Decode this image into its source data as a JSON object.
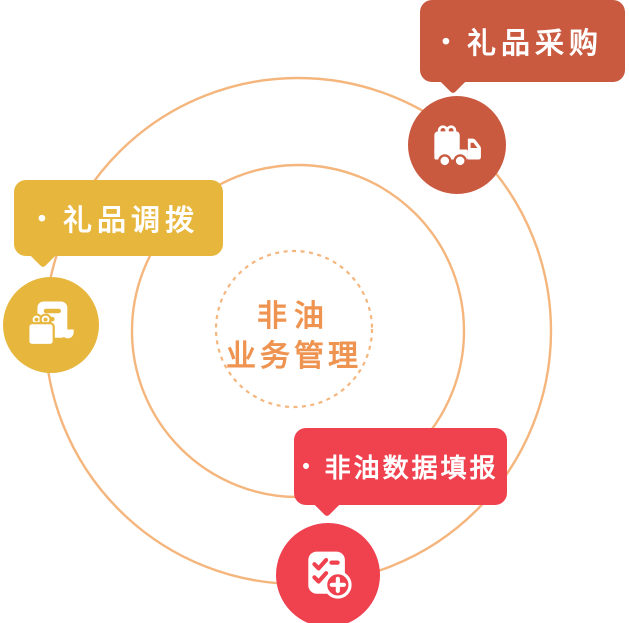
{
  "center": {
    "line1": "非油",
    "line2": "业务管理"
  },
  "nodes": [
    {
      "id": "gift-procurement",
      "bullet": "•",
      "label": "礼品采购",
      "icon": "delivery-truck-icon",
      "color": "#C95A40"
    },
    {
      "id": "gift-allocation",
      "bullet": "•",
      "label": "礼品调拨",
      "icon": "gift-bag-receipt-icon",
      "color": "#E7B63C"
    },
    {
      "id": "nonoil-data-reporting",
      "bullet": "•",
      "label": "非油数据填报",
      "icon": "checklist-plus-icon",
      "color": "#F0414F"
    }
  ],
  "colors": {
    "brick": "#C95A40",
    "gold": "#E7B63C",
    "pink": "#F0414F",
    "ring": "#F5B67E",
    "center_text": "#EF9350",
    "icon": "#FFFFFF",
    "background": "#FFFFFF"
  }
}
